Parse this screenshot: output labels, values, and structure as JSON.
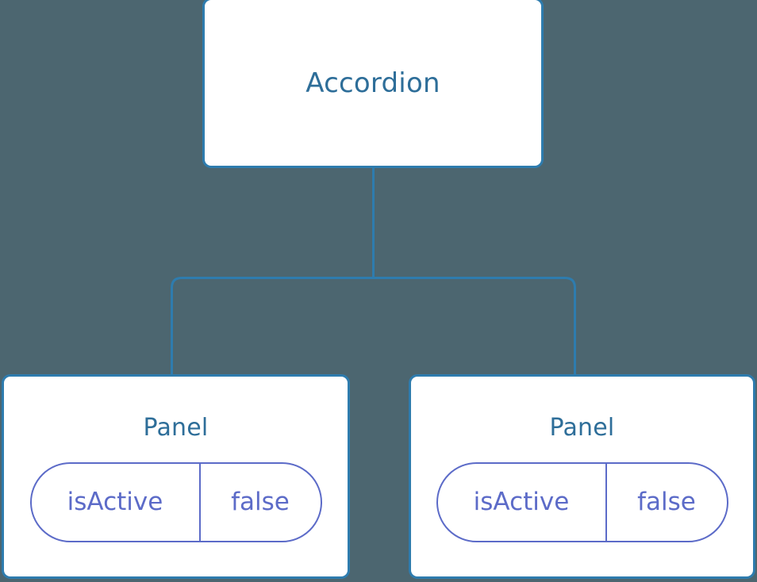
{
  "diagram": {
    "type": "component-tree",
    "background_color": "#4c6670",
    "node_border_color": "#2e7cae",
    "node_fill_color": "#ffffff",
    "node_title_color": "#2e6e99",
    "pill_color": "#5c6bc8",
    "connector_color": "#2e7cae"
  },
  "root": {
    "title": "Accordion"
  },
  "children": [
    {
      "title": "Panel",
      "state": {
        "key": "isActive",
        "value": "false"
      }
    },
    {
      "title": "Panel",
      "state": {
        "key": "isActive",
        "value": "false"
      }
    }
  ]
}
